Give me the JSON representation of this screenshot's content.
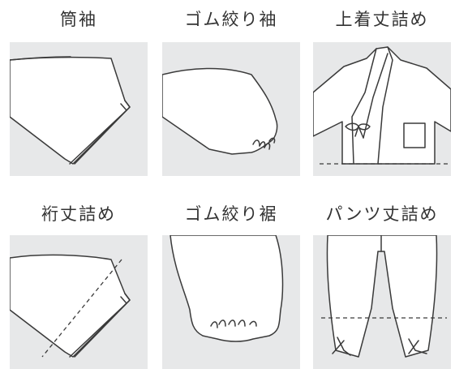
{
  "items": [
    {
      "label": "筒袖",
      "icon": "tube-sleeve-icon"
    },
    {
      "label": "ゴム絞り袖",
      "icon": "elastic-sleeve-icon"
    },
    {
      "label": "上着丈詰め",
      "icon": "jacket-hem-icon"
    },
    {
      "label": "裄丈詰め",
      "icon": "sleeve-length-icon"
    },
    {
      "label": "ゴム絞り裾",
      "icon": "elastic-hem-icon"
    },
    {
      "label": "パンツ丈詰め",
      "icon": "pants-length-icon"
    }
  ]
}
